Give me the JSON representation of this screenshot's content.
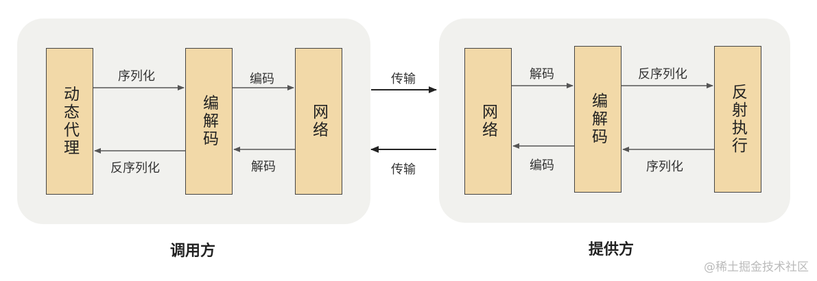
{
  "caller": {
    "title": "调用方",
    "proxy_box": "动态代理",
    "codec_box": "编解码",
    "network_box": "网络",
    "serialize_label": "序列化",
    "deserialize_label": "反序列化",
    "encode_label": "编码",
    "decode_label": "解码"
  },
  "transport": {
    "send_label": "传输",
    "return_label": "传输"
  },
  "provider": {
    "title": "提供方",
    "network_box": "网络",
    "codec_box": "编解码",
    "reflect_box": "反射执行",
    "decode_label": "解码",
    "encode_label": "编码",
    "deserialize_label": "反序列化",
    "serialize_label": "序列化"
  },
  "watermark": "@稀土掘金技术社区",
  "colors": {
    "box_fill": "#f2d9a8",
    "panel_fill": "#f1f1ee",
    "arrow": "#555555"
  }
}
